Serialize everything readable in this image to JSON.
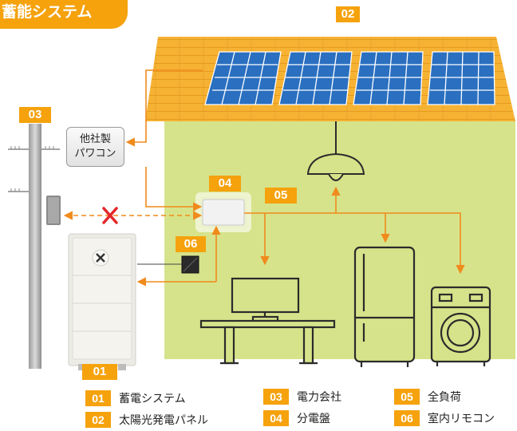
{
  "header": {
    "title": "蓄能システム"
  },
  "callouts": {
    "solar": "02",
    "utility": "03",
    "breaker": "04",
    "loads": "05",
    "remote": "06",
    "battery": "01"
  },
  "pcs": {
    "line1": "他社製",
    "line2": "パワコン"
  },
  "legend": [
    {
      "num": "01",
      "label": "蓄電システム"
    },
    {
      "num": "02",
      "label": "太陽光発電パネル"
    },
    {
      "num": "03",
      "label": "電力会社"
    },
    {
      "num": "04",
      "label": "分電盤"
    },
    {
      "num": "05",
      "label": "全負荷"
    },
    {
      "num": "06",
      "label": "室内リモコン"
    }
  ],
  "colors": {
    "accent": "#f5a20d",
    "roof": "#f6b233",
    "wall": "#d6e38a",
    "panel": "#2a6fc0",
    "arrow": "#f08a1c",
    "cross": "#e4262a"
  },
  "icons": {
    "cross": "cross-mark-icon"
  }
}
